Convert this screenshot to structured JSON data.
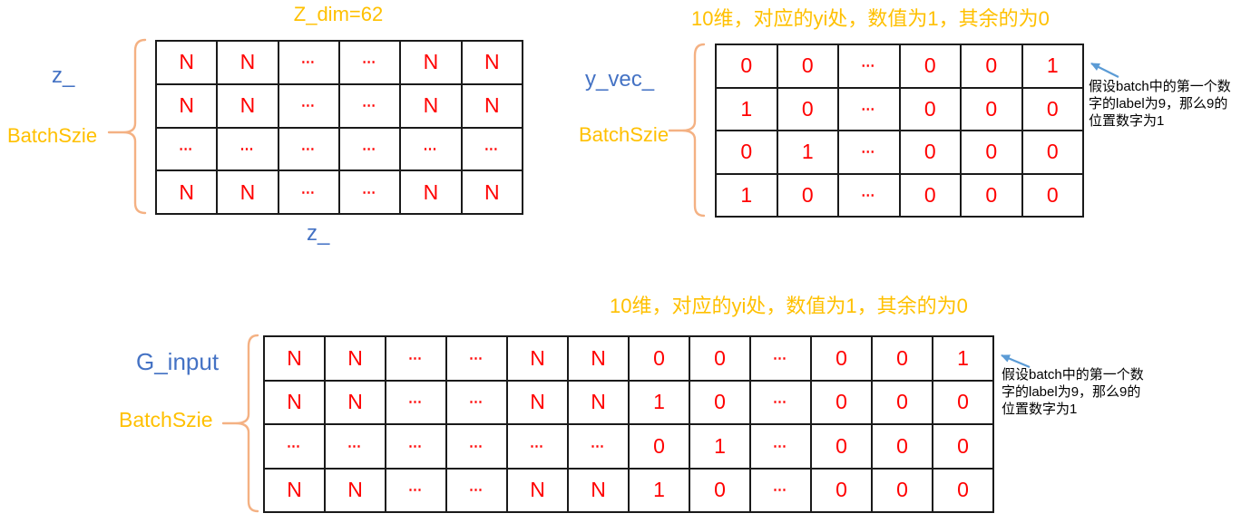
{
  "colors": {
    "title_gold": "#FFC000",
    "label_blue": "#4472C4",
    "cell_red": "#FF0000",
    "brace_peach": "#F4B183",
    "arrow_blue": "#5B9BD5",
    "annotation_black": "#000000"
  },
  "z_block": {
    "title": "Z_dim=62",
    "var_label": "z_",
    "batch_label": "BatchSzie",
    "bottom_label": "z_",
    "matrix": [
      [
        "N",
        "N",
        "⋯",
        "⋯",
        "N",
        "N"
      ],
      [
        "N",
        "N",
        "⋯",
        "⋯",
        "N",
        "N"
      ],
      [
        "⋯",
        "⋯",
        "⋯",
        "⋯",
        "⋯",
        "⋯"
      ],
      [
        "N",
        "N",
        "⋯",
        "⋯",
        "N",
        "N"
      ]
    ]
  },
  "y_block": {
    "title": "10维，对应的yi处，数值为1，其余的为0",
    "var_label": "y_vec_",
    "batch_label": "BatchSzie",
    "matrix": [
      [
        "0",
        "0",
        "⋯",
        "0",
        "0",
        "1"
      ],
      [
        "1",
        "0",
        "⋯",
        "0",
        "0",
        "0"
      ],
      [
        "0",
        "1",
        "⋯",
        "0",
        "0",
        "0"
      ],
      [
        "1",
        "0",
        "⋯",
        "0",
        "0",
        "0"
      ]
    ],
    "annotation_lines": [
      "假设batch中的第一个数",
      "字的label为9，那么9的",
      "位置数字为1"
    ]
  },
  "g_block": {
    "title": "10维，对应的yi处，数值为1，其余的为0",
    "var_label": "G_input",
    "batch_label": "BatchSzie",
    "matrix": [
      [
        "N",
        "N",
        "⋯",
        "⋯",
        "N",
        "N",
        "0",
        "0",
        "⋯",
        "0",
        "0",
        "1"
      ],
      [
        "N",
        "N",
        "⋯",
        "⋯",
        "N",
        "N",
        "1",
        "0",
        "⋯",
        "0",
        "0",
        "0"
      ],
      [
        "⋯",
        "⋯",
        "⋯",
        "⋯",
        "⋯",
        "⋯",
        "0",
        "1",
        "⋯",
        "0",
        "0",
        "0"
      ],
      [
        "N",
        "N",
        "⋯",
        "⋯",
        "N",
        "N",
        "1",
        "0",
        "⋯",
        "0",
        "0",
        "0"
      ]
    ],
    "annotation_lines": [
      "假设batch中的第一个数",
      "字的label为9，那么9的",
      "位置数字为1"
    ]
  }
}
